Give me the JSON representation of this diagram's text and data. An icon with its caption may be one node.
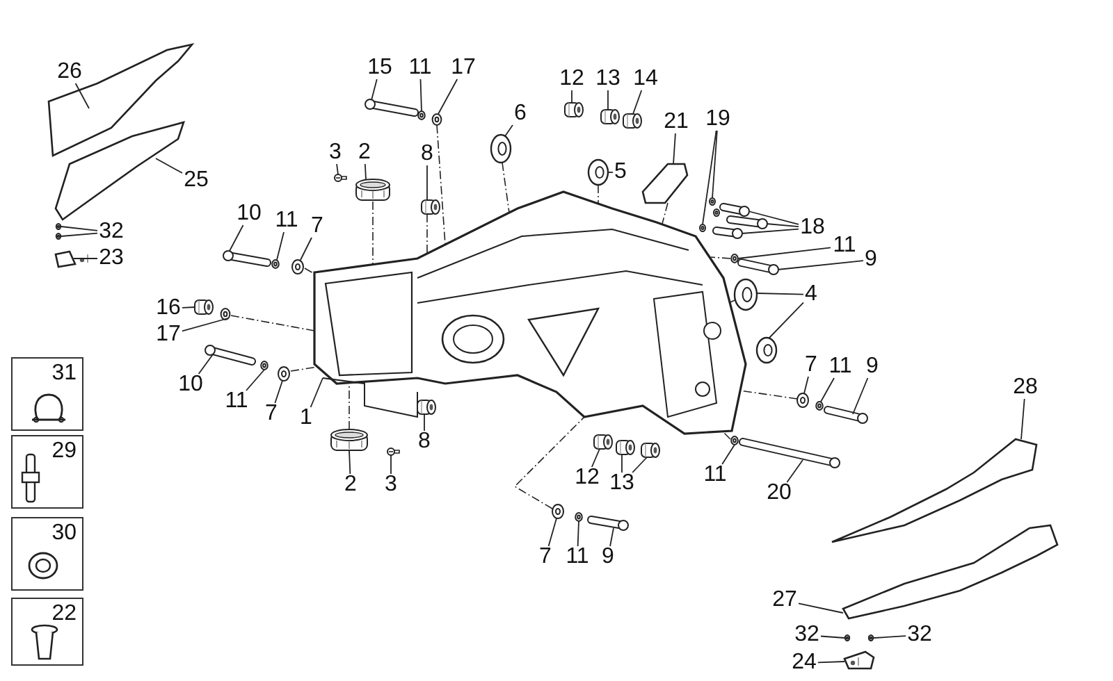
{
  "diagram": {
    "nodes": [
      {
        "text": [
          "26"
        ]
      },
      {
        "text": [
          "25"
        ]
      },
      {
        "text": [
          "32"
        ]
      },
      {
        "text": [
          "23"
        ]
      },
      {
        "text": [
          "15"
        ]
      },
      {
        "text": [
          "11"
        ]
      },
      {
        "text": [
          "17"
        ]
      },
      {
        "text": [
          "3"
        ]
      },
      {
        "text": [
          "2"
        ]
      },
      {
        "text": [
          "8"
        ]
      },
      {
        "text": [
          "6"
        ]
      },
      {
        "text": [
          "12"
        ]
      },
      {
        "text": [
          "13"
        ]
      },
      {
        "text": [
          "14"
        ]
      },
      {
        "text": [
          "21"
        ]
      },
      {
        "text": [
          "19"
        ]
      },
      {
        "text": [
          "5"
        ]
      },
      {
        "text": [
          "10"
        ]
      },
      {
        "text": [
          "11"
        ]
      },
      {
        "text": [
          "7"
        ]
      },
      {
        "text": [
          "18"
        ]
      },
      {
        "text": [
          "11"
        ]
      },
      {
        "text": [
          "9"
        ]
      },
      {
        "text": [
          "16"
        ]
      },
      {
        "text": [
          "17"
        ]
      },
      {
        "text": [
          "4"
        ]
      },
      {
        "text": [
          "10"
        ]
      },
      {
        "text": [
          "11"
        ]
      },
      {
        "text": [
          "7"
        ]
      },
      {
        "text": [
          "1"
        ]
      },
      {
        "text": [
          "8"
        ]
      },
      {
        "text": [
          "2"
        ]
      },
      {
        "text": [
          "3"
        ]
      },
      {
        "text": [
          "7"
        ]
      },
      {
        "text": [
          "11"
        ]
      },
      {
        "text": [
          "9"
        ]
      },
      {
        "text": [
          "28"
        ]
      },
      {
        "text": [
          "12"
        ]
      },
      {
        "text": [
          "13"
        ]
      },
      {
        "text": [
          "11"
        ]
      },
      {
        "text": [
          "20"
        ]
      },
      {
        "text": [
          "7"
        ]
      },
      {
        "text": [
          "11"
        ]
      },
      {
        "text": [
          "9"
        ]
      },
      {
        "text": [
          "27"
        ]
      },
      {
        "text": [
          "32"
        ]
      },
      {
        "text": [
          "32"
        ]
      },
      {
        "text": [
          "24"
        ]
      },
      {
        "text": [
          "31"
        ]
      },
      {
        "text": [
          "29"
        ]
      },
      {
        "text": [
          "30"
        ]
      },
      {
        "text": [
          "22"
        ]
      },
      {
        "text": [],
        "shape": "picture"
      },
      {
        "text": [],
        "shape": "picture"
      },
      {
        "text": [],
        "shape": "picture"
      },
      {
        "text": [],
        "shape": "picture"
      },
      {
        "text": [],
        "shape": "picture"
      },
      {
        "text": [],
        "shape": "picture"
      },
      {
        "text": [],
        "shape": "picture"
      },
      {
        "text": [],
        "shape": "picture"
      },
      {
        "text": [],
        "shape": "picture"
      },
      {
        "text": [],
        "shape": "picture"
      },
      {
        "text": [],
        "shape": "picture"
      },
      {
        "text": [],
        "shape": "picture"
      },
      {
        "text": [],
        "shape": "picture"
      },
      {
        "text": [],
        "shape": "picture"
      },
      {
        "text": [],
        "shape": "picture"
      },
      {
        "text": [],
        "shape": "picture"
      },
      {
        "text": [],
        "shape": "picture"
      },
      {
        "text": [],
        "shape": "picture"
      },
      {
        "text": [],
        "shape": "picture"
      },
      {
        "text": [],
        "shape": "picture"
      },
      {
        "text": [],
        "shape": "picture"
      },
      {
        "text": [],
        "shape": "picture"
      },
      {
        "text": [],
        "shape": "picture"
      },
      {
        "text": [],
        "shape": "picture"
      },
      {
        "text": [],
        "shape": "picture"
      },
      {
        "text": [],
        "shape": "picture"
      },
      {
        "text": [],
        "shape": "picture"
      },
      {
        "text": [],
        "shape": "picture"
      },
      {
        "text": [],
        "shape": "picture"
      },
      {
        "text": [],
        "shape": "picture"
      },
      {
        "text": [],
        "shape": "picture"
      },
      {
        "text": [],
        "shape": "picture"
      },
      {
        "text": [],
        "shape": "picture"
      },
      {
        "text": [],
        "shape": "picture"
      },
      {
        "text": [],
        "shape": "picture"
      },
      {
        "text": [],
        "shape": "picture"
      },
      {
        "text": [],
        "shape": "picture"
      },
      {
        "text": [],
        "shape": "picture"
      },
      {
        "text": [],
        "shape": "picture"
      },
      {
        "text": [],
        "shape": "picture"
      },
      {
        "text": [],
        "shape": "picture"
      },
      {
        "text": [],
        "shape": "picture"
      },
      {
        "text": [],
        "shape": "picture"
      },
      {
        "text": [],
        "shape": "picture"
      },
      {
        "text": [],
        "shape": "picture"
      },
      {
        "text": [],
        "shape": "picture"
      },
      {
        "text": [],
        "shape": "picture"
      },
      {
        "text": [],
        "shape": "picture"
      },
      {
        "text": [],
        "shape": "picture"
      },
      {
        "text": [],
        "shape": "picture"
      },
      {
        "text": [],
        "shape": "picture"
      },
      {
        "text": [],
        "shape": "picture"
      },
      {
        "text": [],
        "shape": "picture"
      },
      {
        "text": [],
        "shape": "picture"
      }
    ],
    "edges": [
      {
        "from": 0,
        "to": 52,
        "arrow": "none"
      },
      {
        "from": 1,
        "to": 53,
        "arrow": "none"
      },
      {
        "from": 2,
        "to": 54,
        "arrow": "none"
      },
      {
        "from": 2,
        "to": 55,
        "arrow": "none"
      },
      {
        "from": 3,
        "to": 56,
        "arrow": "none"
      },
      {
        "from": 4,
        "to": 57,
        "arrow": "none"
      },
      {
        "from": 5,
        "to": 58,
        "arrow": "none"
      },
      {
        "from": 6,
        "to": 59,
        "arrow": "none"
      },
      {
        "from": 7,
        "to": 60,
        "arrow": "none"
      },
      {
        "from": 8,
        "to": 61,
        "arrow": "none"
      },
      {
        "from": 9,
        "to": 62,
        "arrow": "none"
      },
      {
        "from": 10,
        "to": 63,
        "arrow": "none"
      },
      {
        "from": 11,
        "to": 64,
        "arrow": "none"
      },
      {
        "from": 12,
        "to": 65,
        "arrow": "none"
      },
      {
        "from": 13,
        "to": 66,
        "arrow": "none"
      },
      {
        "from": 14,
        "to": 67,
        "arrow": "none"
      },
      {
        "from": 15,
        "to": 68,
        "arrow": "none"
      },
      {
        "from": 15,
        "to": 69,
        "arrow": "none"
      },
      {
        "from": 16,
        "to": 70,
        "arrow": "none"
      },
      {
        "from": 17,
        "to": 71,
        "arrow": "none"
      },
      {
        "from": 18,
        "to": 72,
        "arrow": "none"
      },
      {
        "from": 19,
        "to": 73,
        "arrow": "none"
      },
      {
        "from": 20,
        "to": 74,
        "arrow": "none"
      },
      {
        "from": 20,
        "to": 75,
        "arrow": "none"
      },
      {
        "from": 20,
        "to": 76,
        "arrow": "none"
      },
      {
        "from": 21,
        "to": 77,
        "arrow": "none"
      },
      {
        "from": 22,
        "to": 78,
        "arrow": "none"
      },
      {
        "from": 23,
        "to": 79,
        "arrow": "none"
      },
      {
        "from": 24,
        "to": 80,
        "arrow": "none"
      },
      {
        "from": 25,
        "to": 81,
        "arrow": "none"
      },
      {
        "from": 25,
        "to": 82,
        "arrow": "none"
      },
      {
        "from": 26,
        "to": 83,
        "arrow": "none"
      },
      {
        "from": 27,
        "to": 84,
        "arrow": "none"
      },
      {
        "from": 28,
        "to": 85,
        "arrow": "none"
      },
      {
        "from": 29,
        "to": 86,
        "arrow": "none"
      },
      {
        "from": 30,
        "to": 87,
        "arrow": "none"
      },
      {
        "from": 31,
        "to": 88,
        "arrow": "none"
      },
      {
        "from": 32,
        "to": 89,
        "arrow": "none"
      },
      {
        "from": 33,
        "to": 90,
        "arrow": "none"
      },
      {
        "from": 34,
        "to": 91,
        "arrow": "none"
      },
      {
        "from": 35,
        "to": 92,
        "arrow": "none"
      },
      {
        "from": 36,
        "to": 93,
        "arrow": "none"
      },
      {
        "from": 37,
        "to": 94,
        "arrow": "none"
      },
      {
        "from": 38,
        "to": 95,
        "arrow": "none"
      },
      {
        "from": 38,
        "to": 96,
        "arrow": "none"
      },
      {
        "from": 39,
        "to": 97,
        "arrow": "none"
      },
      {
        "from": 40,
        "to": 98,
        "arrow": "none"
      },
      {
        "from": 41,
        "to": 99,
        "arrow": "none"
      },
      {
        "from": 42,
        "to": 100,
        "arrow": "none"
      },
      {
        "from": 43,
        "to": 101,
        "arrow": "none"
      },
      {
        "from": 44,
        "to": 102,
        "arrow": "none"
      },
      {
        "from": 45,
        "to": 103,
        "arrow": "none"
      },
      {
        "from": 46,
        "to": 104,
        "arrow": "none"
      },
      {
        "from": 47,
        "to": 105,
        "arrow": "none"
      },
      {
        "from": 59,
        "to": 86,
        "arrow": "none",
        "style": "dashed"
      },
      {
        "from": 62,
        "to": 86,
        "arrow": "none",
        "style": "dashed"
      },
      {
        "from": 61,
        "to": 86,
        "arrow": "none",
        "style": "dashed"
      },
      {
        "from": 73,
        "to": 86,
        "arrow": "none",
        "style": "dashed"
      },
      {
        "from": 80,
        "to": 86,
        "arrow": "none",
        "style": "dashed"
      },
      {
        "from": 85,
        "to": 86,
        "arrow": "none",
        "style": "dashed"
      },
      {
        "from": 88,
        "to": 86,
        "arrow": "none",
        "style": "dashed"
      },
      {
        "from": 63,
        "to": 86,
        "arrow": "none",
        "style": "dashed"
      },
      {
        "from": 70,
        "to": 86,
        "arrow": "none",
        "style": "dashed"
      },
      {
        "from": 67,
        "to": 86,
        "arrow": "none",
        "style": "dashed"
      },
      {
        "from": 77,
        "to": 86,
        "arrow": "none",
        "style": "dashed"
      },
      {
        "from": 81,
        "to": 86,
        "arrow": "none",
        "style": "dashed"
      },
      {
        "from": 90,
        "to": 86,
        "arrow": "none",
        "style": "dashed"
      },
      {
        "from": 97,
        "to": 86,
        "arrow": "none",
        "style": "dashed"
      },
      {
        "from": 99,
        "to": 86,
        "arrow": "none",
        "style": "dashed"
      }
    ]
  }
}
